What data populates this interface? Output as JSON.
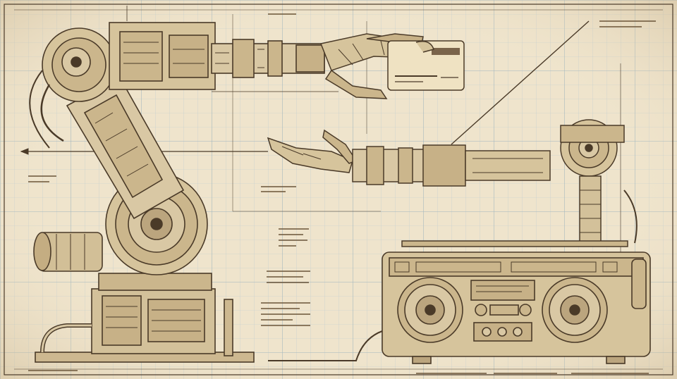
{
  "artwork": {
    "style": "vintage engineering blueprint illustration",
    "palette": {
      "paper": "#efe4cc",
      "paper_shade": "#e6d8b8",
      "grid": "#b9c9cf",
      "grid_major": "#9fb5be",
      "ink": "#4a3a28",
      "ink_light": "#7a644a",
      "metal": "#d9c8a4",
      "metal_shade": "#bba57e",
      "card": "#efe2c2"
    },
    "subjects": [
      "industrial-robot-arm",
      "upper-robotic-hand-holding-card",
      "second-robotic-arm",
      "boombox"
    ]
  }
}
